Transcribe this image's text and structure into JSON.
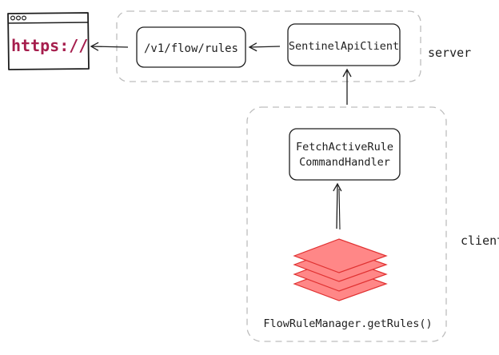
{
  "browser": {
    "url_text": "https://"
  },
  "server_group": {
    "label": "server",
    "endpoint_label": "/v1/flow/rules",
    "api_client_label": "SentinelApiClient"
  },
  "client_group": {
    "label": "client",
    "handler_line1": "FetchActiveRule",
    "handler_line2": "CommandHandler",
    "rules_call_label": "FlowRuleManager.getRules()"
  },
  "colors": {
    "stroke": "#1e1e1e",
    "group_border": "#bdbdbd",
    "url_text": "#a61e4d",
    "layer_fill": "#ff8787",
    "layer_stroke": "#e03131"
  },
  "icons": {
    "browser": "browser-window-icon",
    "rules_stack": "stacked-layers-icon"
  }
}
